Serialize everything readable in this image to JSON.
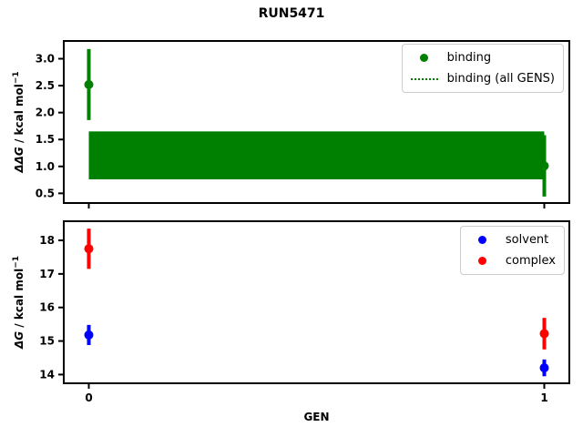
{
  "title": "RUN5471",
  "chart_data": [
    {
      "type": "scatter",
      "name": "binding-plot",
      "ylabel": {
        "italic": "ΔΔG",
        "rest": " / kcal mol",
        "sup": "−1"
      },
      "xlim": [
        -0.055,
        1.055
      ],
      "ylim": [
        0.32,
        3.33
      ],
      "ytick_values": [
        0.5,
        1.0,
        1.5,
        2.0,
        2.5,
        3.0
      ],
      "yticks": [
        "0.5",
        "1.0",
        "1.5",
        "2.0",
        "2.5",
        "3.0"
      ],
      "xtick_values": [
        0,
        1
      ],
      "xtick_labels": [
        "0",
        "1"
      ],
      "show_xtick_labels": false,
      "grid": false,
      "series": [
        {
          "name": "binding",
          "color": "#008000",
          "x": [
            0,
            1
          ],
          "y": [
            2.52,
            1.01
          ],
          "yerr": [
            0.66,
            0.57
          ]
        }
      ],
      "band": {
        "name": "binding (all GENS)",
        "color": "#008000",
        "x": [
          0,
          1
        ],
        "y_low": 0.76,
        "y_high": 1.65
      },
      "legend_position": "upper right",
      "legend": [
        {
          "label": "binding",
          "marker": "dot",
          "color": "#008000"
        },
        {
          "label": "binding (all GENS)",
          "marker": "dotted-line",
          "color": "#008000"
        }
      ]
    },
    {
      "type": "scatter",
      "name": "free-energy-plot",
      "xlabel": "GEN",
      "ylabel": {
        "italic": "ΔG",
        "rest": " / kcal mol",
        "sup": "−1"
      },
      "xlim": [
        -0.055,
        1.055
      ],
      "ylim": [
        13.74,
        18.57
      ],
      "ytick_values": [
        14,
        15,
        16,
        17,
        18
      ],
      "yticks": [
        "14",
        "15",
        "16",
        "17",
        "18"
      ],
      "xtick_values": [
        0,
        1
      ],
      "xtick_labels": [
        "0",
        "1"
      ],
      "show_xtick_labels": true,
      "grid": false,
      "series": [
        {
          "name": "solvent",
          "color": "#0000ff",
          "x": [
            0,
            1
          ],
          "y": [
            15.18,
            14.2
          ],
          "yerr": [
            0.3,
            0.25
          ]
        },
        {
          "name": "complex",
          "color": "#ff0000",
          "x": [
            0,
            1
          ],
          "y": [
            17.75,
            15.22
          ],
          "yerr": [
            0.6,
            0.47
          ]
        }
      ],
      "legend_position": "upper right",
      "legend": [
        {
          "label": "solvent",
          "marker": "dot",
          "color": "#0000ff"
        },
        {
          "label": "complex",
          "marker": "dot",
          "color": "#ff0000"
        }
      ]
    }
  ]
}
